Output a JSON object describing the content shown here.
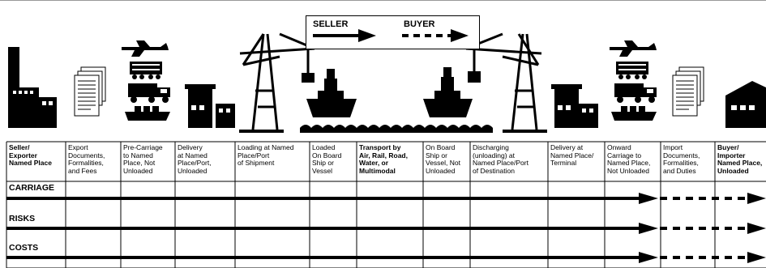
{
  "legend": {
    "seller": "SELLER",
    "buyer": "BUYER"
  },
  "columns": [
    {
      "lines": [
        "Seller/",
        "Exporter",
        "Named Place"
      ],
      "bold": true
    },
    {
      "lines": [
        "Export",
        "Documents,",
        "Formalities,",
        "and Fees"
      ],
      "bold": false
    },
    {
      "lines": [
        "Pre-Carriage",
        "to Named",
        "Place, Not",
        "Unloaded"
      ],
      "bold": false
    },
    {
      "lines": [
        "Delivery",
        "at Named",
        "Place/Port,",
        "Unloaded"
      ],
      "bold": false
    },
    {
      "lines": [
        "Loading at Named",
        "Place/Port",
        "of Shipment"
      ],
      "bold": false
    },
    {
      "lines": [
        "Loaded",
        "On Board",
        "Ship or",
        "Vessel"
      ],
      "bold": false
    },
    {
      "lines": [
        "Transport by",
        "Air, Rail, Road,",
        "Water, or",
        "Multimodal"
      ],
      "bold": true
    },
    {
      "lines": [
        "On Board",
        "Ship or",
        "Vessel, Not",
        "Unloaded"
      ],
      "bold": false
    },
    {
      "lines": [
        "Discharging",
        "(unloading) at",
        "Named Place/Port",
        "of Destination"
      ],
      "bold": false
    },
    {
      "lines": [
        "Delivery at",
        "Named Place/",
        "Terminal"
      ],
      "bold": false
    },
    {
      "lines": [
        "Onward",
        "Carriage to",
        "Named Place,",
        "Not Unloaded"
      ],
      "bold": false
    },
    {
      "lines": [
        "Import",
        "Documents,",
        "Formalities,",
        "and Duties"
      ],
      "bold": false
    },
    {
      "lines": [
        "Buyer/",
        "Importer",
        "Named Place,",
        "Unloaded"
      ],
      "bold": true
    }
  ],
  "rows": [
    {
      "label": "CARRIAGE"
    },
    {
      "label": "RISKS"
    },
    {
      "label": "COSTS"
    }
  ],
  "colors": {
    "line": "#000000",
    "grid": "#000000",
    "ink": "#000000"
  }
}
